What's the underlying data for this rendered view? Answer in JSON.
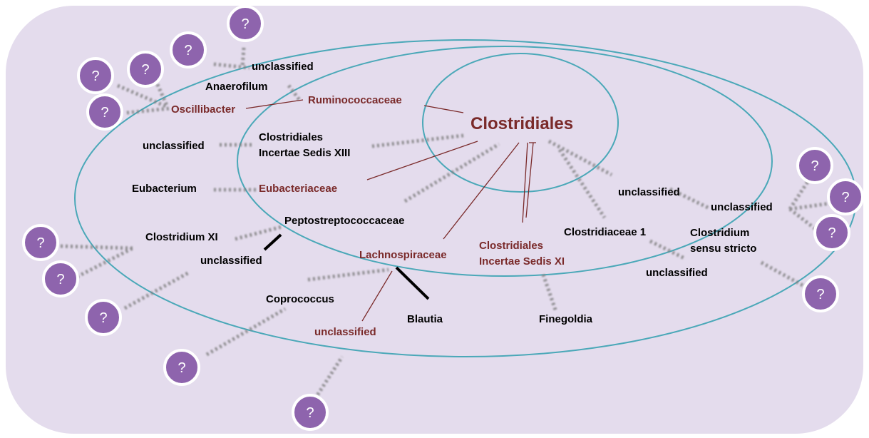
{
  "diagram": {
    "root": "Clostridiales",
    "families": {
      "ruminococcaceae": "Ruminococcaceae",
      "incertae_xiii_line1": "Clostridiales",
      "incertae_xiii_line2": "Incertae Sedis XIII",
      "eubacteriaceae": "Eubacteriaceae",
      "peptostreptococcaceae": "Peptostreptococcaceae",
      "lachnospiraceae": "Lachnospiraceae",
      "incertae_xi_line1": "Clostridiales",
      "incertae_xi_line2": "Incertae Sedis XI",
      "clostridiaceae1": "Clostridiaceae 1"
    },
    "genera": {
      "unclassified_top": "unclassified",
      "anaerofilum": "Anaerofilum",
      "oscillibacter": "Oscillibacter",
      "unclassified_left": "unclassified",
      "eubacterium": "Eubacterium",
      "clostridium_xi": "Clostridium XI",
      "unclassified_pepto": "unclassified",
      "coprococcus": "Coprococcus",
      "unclassified_lachno": "unclassified",
      "blautia": "Blautia",
      "finegoldia": "Finegoldia",
      "unclassified_mid_right": "unclassified",
      "unclassified_right": "unclassified",
      "clostridium_ss_line1": "Clostridium",
      "clostridium_ss_line2": "sensu stricto",
      "unclassified_bottom_right": "unclassified"
    },
    "unknown_marker": "?",
    "colors": {
      "background": "#e4dced",
      "ellipse": "#4aa8b8",
      "family_text": "#7a2a2a",
      "genus_text": "#000000",
      "unknown_circle": "#8e64ad"
    }
  }
}
